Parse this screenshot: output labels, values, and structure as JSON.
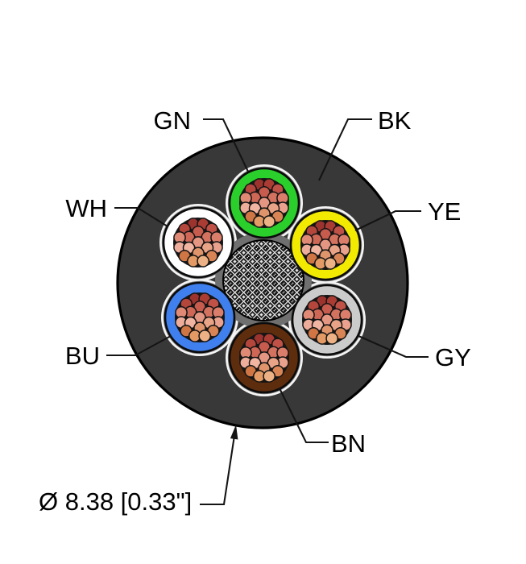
{
  "figure": {
    "kind": "cable-cross-section",
    "dimension_label": "Ø 8.38 [0.33\"]"
  },
  "labels": {
    "GN": "GN",
    "BK": "BK",
    "WH": "WH",
    "YE": "YE",
    "BU": "BU",
    "GY": "GY",
    "BN": "BN"
  },
  "jacket": {
    "code": "BK",
    "color": "#383838",
    "outline": "#000000"
  },
  "filler_color": "#6f6f6f",
  "tape_color": "#f4f4f4",
  "shield": {
    "name": "braided-shield",
    "dark": "#181818",
    "light": "#e2e2e2"
  },
  "conductors": [
    {
      "code": "GN",
      "name": "green",
      "color": "#2bcf2b"
    },
    {
      "code": "YE",
      "name": "yellow",
      "color": "#f2ea00"
    },
    {
      "code": "GY",
      "name": "gray",
      "color": "#cbcbcb"
    },
    {
      "code": "BN",
      "name": "brown",
      "color": "#5e2d0e"
    },
    {
      "code": "BU",
      "name": "blue",
      "color": "#4080ee"
    },
    {
      "code": "WH",
      "name": "white",
      "color": "#ffffff"
    }
  ],
  "strand_backing_color": "#161616",
  "strand_palette": [
    "#9c332e",
    "#aa3c34",
    "#b4463c",
    "#bf5146",
    "#c75c4e",
    "#ce6756",
    "#d47260",
    "#da7e6b",
    "#e08a76",
    "#e59682",
    "#eaa28e",
    "#eead9a",
    "#f1b5a2",
    "#e9a487",
    "#e0946b",
    "#d88455",
    "#d07544",
    "#e39a64",
    "#ecb184"
  ],
  "line_color": "#141414"
}
